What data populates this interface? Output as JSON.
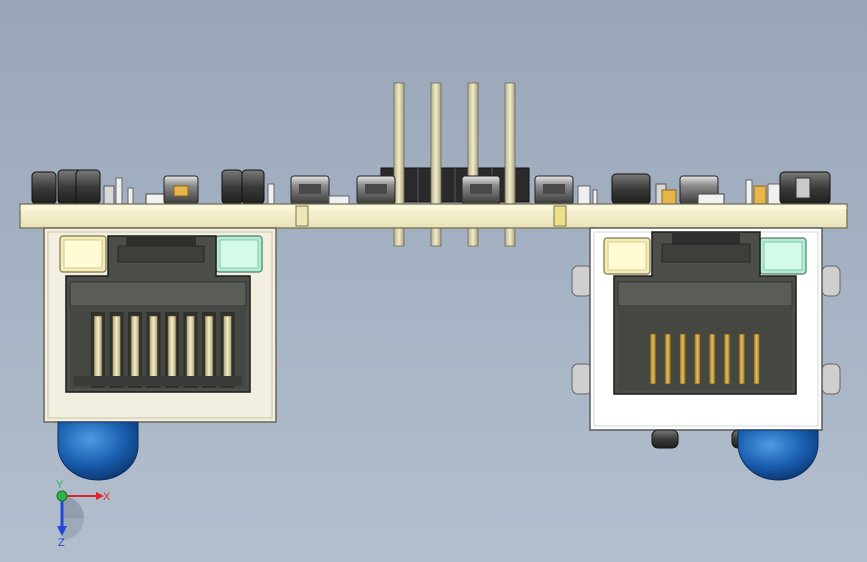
{
  "scene": {
    "colors": {
      "background_top": "#98a6b8",
      "pcb": "#f3efc9",
      "jack_body_left": "#f4f1e4",
      "jack_body_right": "#ffffff",
      "jack_cavity": "#4a4c49",
      "led_yellow": "#f5efb5",
      "led_green": "#b5f0d6",
      "contact_gold": "#c8a44a",
      "pin_header": "#dcd6b0",
      "pin_housing": "#2a2a2a",
      "light_pipe_blue": "#1a5fb0",
      "axis_x": "#e0242c",
      "axis_y": "#2cb34a",
      "axis_z": "#2447d6"
    },
    "components": {
      "left_jack_contacts": 8,
      "right_jack_contacts": 8,
      "header_pins": 4
    }
  },
  "triad": {
    "x_label": "X",
    "y_label": "Y",
    "z_label": "Z"
  }
}
